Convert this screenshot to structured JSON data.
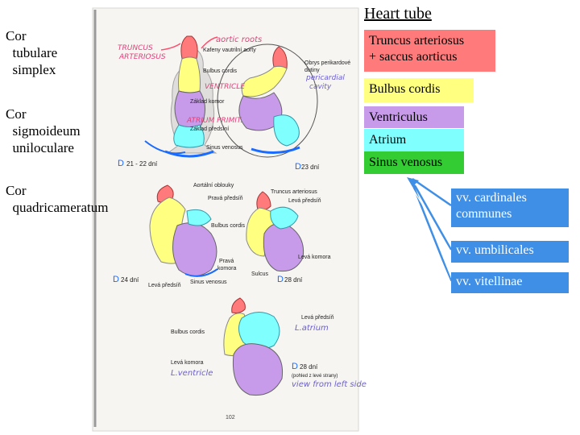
{
  "title": "Heart tube",
  "stages": [
    {
      "label": "Cor\n  tubulare\n  simplex"
    },
    {
      "label": "Cor\n  sigmoideum\n  uniloculare"
    },
    {
      "label": "Cor\n  quadricameratum"
    }
  ],
  "segments": [
    {
      "label": "Truncus arteriosus\n+ saccus aorticus",
      "color": "#ff7a7a"
    },
    {
      "label": "Bulbus cordis",
      "color": "#ffff80"
    },
    {
      "label": "Ventriculus",
      "color": "#c89bea"
    },
    {
      "label": "Atrium",
      "color": "#80ffff"
    },
    {
      "label": "Sinus venosus",
      "color": "#33cc33"
    }
  ],
  "veins": [
    {
      "label": "vv. cardinales\ncommunes"
    },
    {
      "label": "vv. umbilicales"
    },
    {
      "label": "vv. vitellinae"
    }
  ],
  "figure": {
    "stage1_day": "21 - 22 dní",
    "stage2_day": "23 dní",
    "stage3_day": "24 dní",
    "stage4_day": "28 dní",
    "stage5_day": "28 dní",
    "stage5_note": "(pohled z levé strany)",
    "page_number": "102",
    "printed_labels": {
      "kafeny": "Kafeny vautrilní aorty",
      "bulbus": "Bulbus cordis",
      "zaklad_komor": "Základ komor",
      "zaklad_predsini": "Základ předsíní",
      "sinus": "Sinus venosus",
      "obrys": "Obrys perikardové",
      "obrys2": "dutiny",
      "aortalni": "Aortální oblouky",
      "prava_predsin": "Pravá předsíň",
      "truncus": "Truncus arteriosus",
      "leva_predsin": "Levá předsíň",
      "bulbus2": "Bulbus cordis",
      "prava_komora": "Pravá",
      "prava_komora2": "komora",
      "leva_komora": "Levá komora",
      "sulcus": "Sulcus",
      "leva_predsin2": "Levá předsíň",
      "sinus2": "Sinus venosus",
      "leva_predsin3": "Levá předsíň",
      "bulbus3": "Bulbus cordis",
      "leva_komora2": "Levá komora"
    },
    "handwritten": {
      "truncus_note": "TRUNCUS",
      "truncus_note2": "ARTERIOSUS",
      "aortic_roots": "aortic roots",
      "ventricle": "VENTRICLE",
      "atrium_primit": "ATRIUM PRIMIT.",
      "pericardial": "pericardial",
      "cavity": "cavity",
      "l_atrium": "L.atrium",
      "l_ventricle": "L.ventricle",
      "view_from_left": "view from left side"
    }
  }
}
